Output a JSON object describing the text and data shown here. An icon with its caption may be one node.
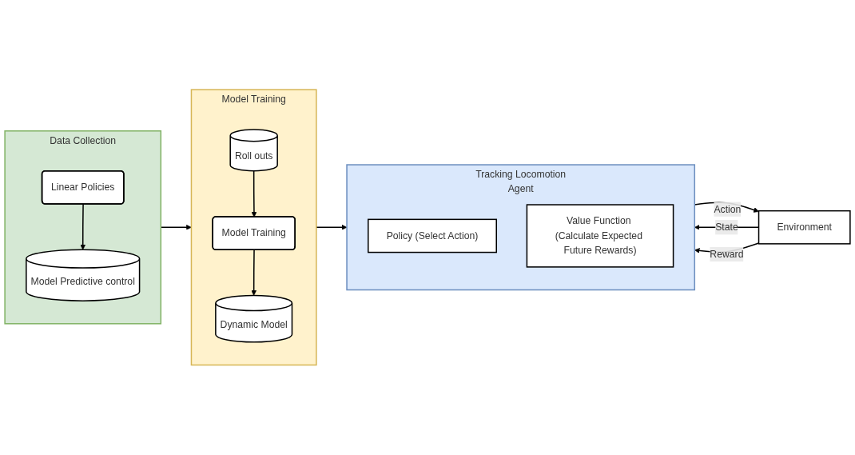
{
  "diagram": {
    "nodes": [
      {
        "text": [
          "Data Collection"
        ]
      },
      {
        "text": [
          "Model Predictive control"
        ],
        "in": 0
      },
      {
        "text": [
          "Linear Policies"
        ],
        "in": 0
      },
      {
        "text": [
          "Model Training"
        ]
      },
      {
        "text": [
          "Dynamic Model"
        ],
        "in": 3
      },
      {
        "text": [
          "Model Training"
        ],
        "in": 3
      },
      {
        "text": [
          "Roll outs"
        ],
        "in": 3
      },
      {
        "text": [
          "Tracking Locomotion",
          "Agent"
        ]
      },
      {
        "text": [
          "Policy (Select Action)"
        ],
        "in": 7
      },
      {
        "text": [
          "Value Function (Calculate Expected Future Rewards)"
        ],
        "in": 7
      },
      {
        "text": [
          "Environment"
        ]
      }
    ],
    "edges": [
      {
        "from": 2,
        "to": 1,
        "arrow": "to"
      },
      {
        "from": 6,
        "to": 5,
        "arrow": "to"
      },
      {
        "from": 5,
        "to": 4,
        "arrow": "to"
      },
      {
        "from": 0,
        "to": 3,
        "arrow": "to"
      },
      {
        "from": 3,
        "to": 7,
        "arrow": "to"
      },
      {
        "from": 7,
        "to": 10,
        "label": "Action",
        "arrow": "to"
      },
      {
        "from": 10,
        "to": 7,
        "label": "State",
        "arrow": "to"
      },
      {
        "from": 10,
        "to": 7,
        "label": "Reward",
        "arrow": "to"
      }
    ]
  }
}
